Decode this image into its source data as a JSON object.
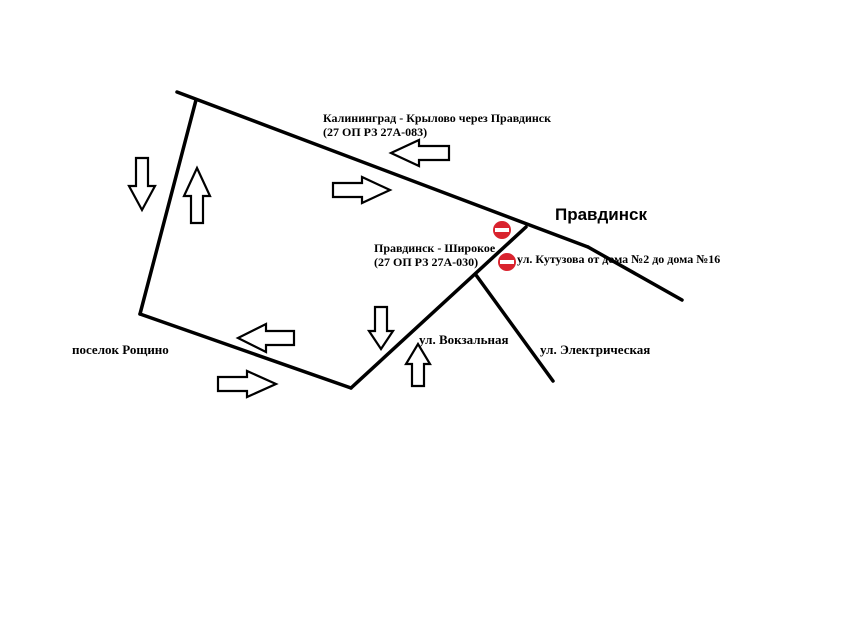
{
  "labels": {
    "road_1_name": "Калининград - Крылово через Правдинск",
    "road_1_code": "(27 ОП РЗ 27А-083)",
    "road_2_name": "Правдинск - Широкое",
    "road_2_code": "(27 ОП РЗ 27А-030)",
    "town": "Правдинск",
    "village": "поселок Рощино",
    "street_kutuzova": "ул. Кутузова от дома №2 до дома №16",
    "street_vokzalnaya": "ул. Вокзальная",
    "street_electric": "ул. Электрическая"
  },
  "colors": {
    "road": "#000000",
    "arrow_fill": "#ffffff",
    "no_entry": "#d9232e",
    "no_entry_bar": "#ffffff"
  },
  "icons": [
    "no-entry-sign-icon",
    "direction-arrow-icon"
  ]
}
